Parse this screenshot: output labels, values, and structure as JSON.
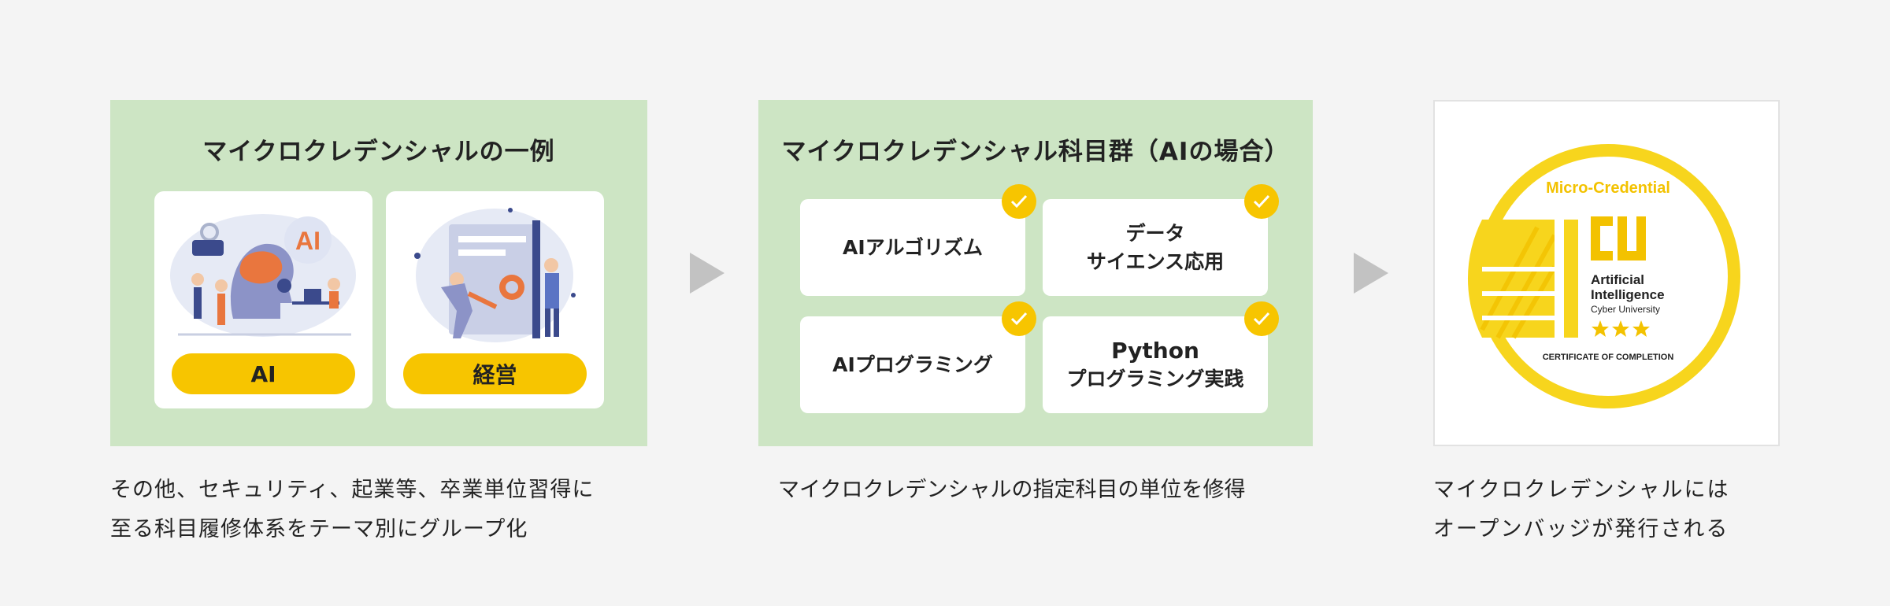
{
  "colors": {
    "background": "#f4f4f4",
    "panel_green": "#cde5c4",
    "accent_yellow": "#f7c500",
    "arrow_gray": "#c2c2c2"
  },
  "example_panel": {
    "title": "マイクロクレデンシャルの一例",
    "cards": [
      {
        "label": "AI",
        "illustration_text": "AI",
        "icon": "ai-brain-illustration"
      },
      {
        "label": "経営",
        "icon": "business-presentation-illustration"
      }
    ]
  },
  "subjects_panel": {
    "title": "マイクロクレデンシャル科目群（AIの場合）",
    "subjects": [
      {
        "line1": "AIアルゴリズム"
      },
      {
        "line1": "データ",
        "line2": "サイエンス応用"
      },
      {
        "line1": "AIプログラミング"
      },
      {
        "line1": "Python",
        "line2": "プログラミング実践"
      }
    ]
  },
  "badge": {
    "header": "Micro-Credential",
    "logo": "CU",
    "line1": "Artificial",
    "line2": "Intelligence",
    "line3": "Cyber University",
    "footer": "CERTIFICATE OF COMPLETION",
    "stars": 3
  },
  "captions": {
    "step1": [
      "その他、セキュリティ、起業等、卒業単位習得に",
      "至る科目履修体系をテーマ別にグループ化"
    ],
    "step2": [
      "マイクロクレデンシャルの指定科目の単位を修得"
    ],
    "step3": [
      "マイクロクレデンシャルには",
      "オープンバッジが発行される"
    ]
  }
}
